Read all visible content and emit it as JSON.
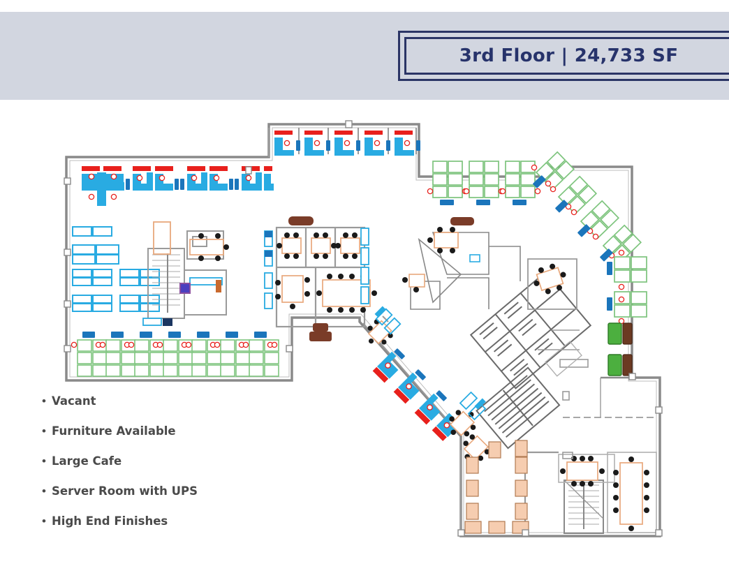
{
  "header": {
    "title": "3rd Floor | 24,733 SF",
    "band_color": "#d2d6e0",
    "title_border_color": "#2b3566",
    "title_text_color": "#27336b"
  },
  "features": {
    "bullet_glyph": "•",
    "items": [
      {
        "label": "Vacant"
      },
      {
        "label": "Furniture Available"
      },
      {
        "label": "Large Cafe"
      },
      {
        "label": "Server Room with UPS"
      },
      {
        "label": "High End Finishes"
      }
    ]
  },
  "floorplan": {
    "name": "3rd floor architectural floor plan",
    "wall_color": "#8a8a8a",
    "thin_line_color": "#9a9a9a",
    "colors": {
      "desk_cyan": "#29ABE2",
      "desk_cyan_light": "#6FD3F7",
      "accent_red": "#E8201C",
      "workstation_green": "#7DC47D",
      "chair_red_outline": "#E8201C",
      "storage_blue": "#1B75BB",
      "table_tan": "#E8A87C",
      "cafe_table_peach": "#F6CDB0",
      "credenza_brown": "#7A3C28",
      "sofa_green": "#4CAF3F",
      "chair_black": "#1a1a1a"
    },
    "zones": [
      {
        "name": "north-private-offices",
        "type": "offices",
        "count": 6,
        "desk_color": "desk_cyan"
      },
      {
        "name": "northwest-open-workstations",
        "type": "cubicle-cluster",
        "count": 4,
        "desk_color": "desk_cyan"
      },
      {
        "name": "west-storage-bank",
        "type": "storage-cabinets",
        "count": 14,
        "color": "storage_blue"
      },
      {
        "name": "west-core-stair",
        "type": "stairwell"
      },
      {
        "name": "center-conference-suite",
        "type": "conference-rooms",
        "count": 5
      },
      {
        "name": "north-green-workstations",
        "type": "workstation-pods",
        "count": 3
      },
      {
        "name": "northeast-diagonal-workstations",
        "type": "workstation-pods",
        "count": 4
      },
      {
        "name": "east-workstations",
        "type": "workstation-pods",
        "count": 2
      },
      {
        "name": "east-lounge-seating",
        "type": "sofa-pair",
        "count": 2
      },
      {
        "name": "central-core-restrooms",
        "type": "restroom-core"
      },
      {
        "name": "south-green-workstation-bank",
        "type": "cubicle-row",
        "count": 8
      },
      {
        "name": "diagonal-corridor-offices",
        "type": "offices",
        "count": 4
      },
      {
        "name": "southeast-cafe",
        "type": "cafe",
        "table_count": 11
      },
      {
        "name": "southeast-stair",
        "type": "stairwell"
      },
      {
        "name": "southeast-conference-rooms",
        "type": "conference-rooms",
        "count": 2
      },
      {
        "name": "server-room",
        "type": "server-room"
      }
    ]
  }
}
